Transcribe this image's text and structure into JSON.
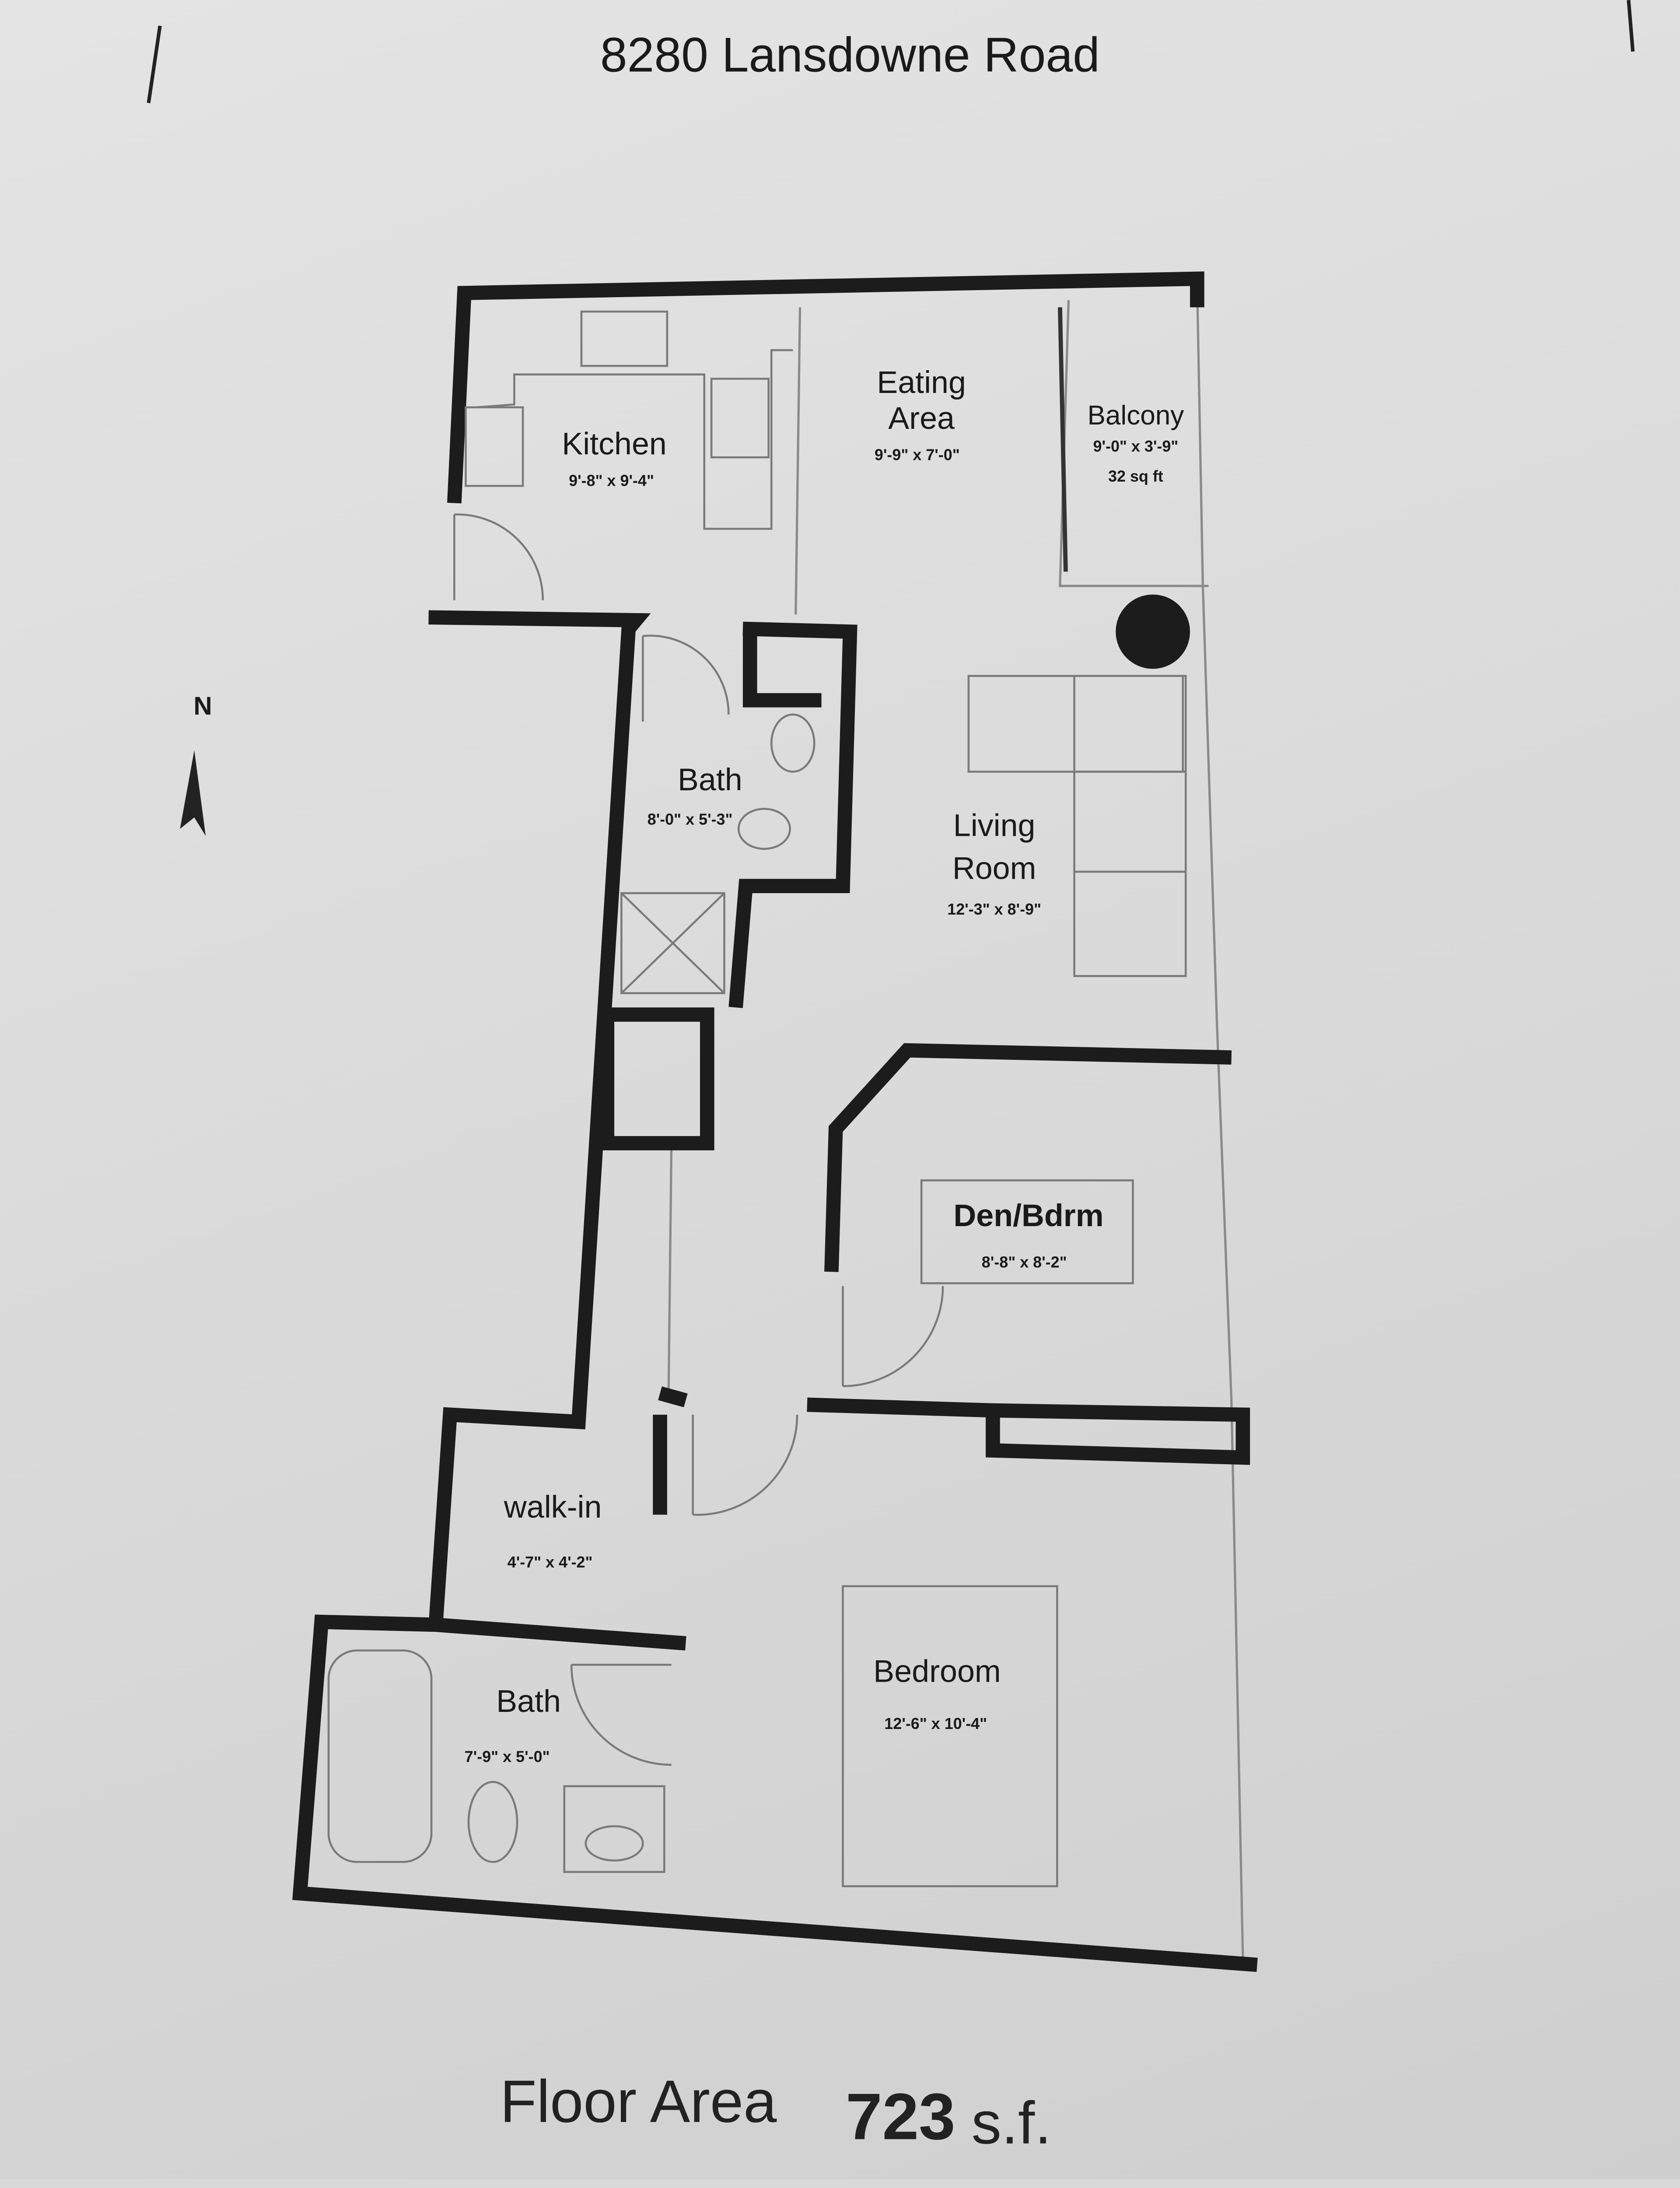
{
  "title": "8280 Lansdowne Road",
  "north_label": "N",
  "rooms": {
    "kitchen": {
      "name": "Kitchen",
      "dims": "9'-8\" x 9'-4\""
    },
    "eating": {
      "name_line1": "Eating",
      "name_line2": "Area",
      "dims": "9'-9\" x 7'-0\""
    },
    "balcony": {
      "name": "Balcony",
      "dims": "9'-0\" x 3'-9\"",
      "area": "32 sq ft"
    },
    "bath1": {
      "name": "Bath",
      "dims": "8'-0\" x 5'-3\""
    },
    "living": {
      "name_line1": "Living",
      "name_line2": "Room",
      "dims": "12'-3\" x 8'-9\""
    },
    "den": {
      "name": "Den/Bdrm",
      "dims": "8'-8\" x 8'-2\""
    },
    "walkin": {
      "name": "walk-in",
      "dims": "4'-7\" x 4'-2\""
    },
    "bath2": {
      "name": "Bath",
      "dims": "7'-9\" x 5'-0\""
    },
    "bedroom": {
      "name": "Bedroom",
      "dims": "12'-6\" x 10'-4\""
    }
  },
  "floor_area": {
    "label": "Floor Area",
    "value": "723",
    "unit": "s.f."
  }
}
